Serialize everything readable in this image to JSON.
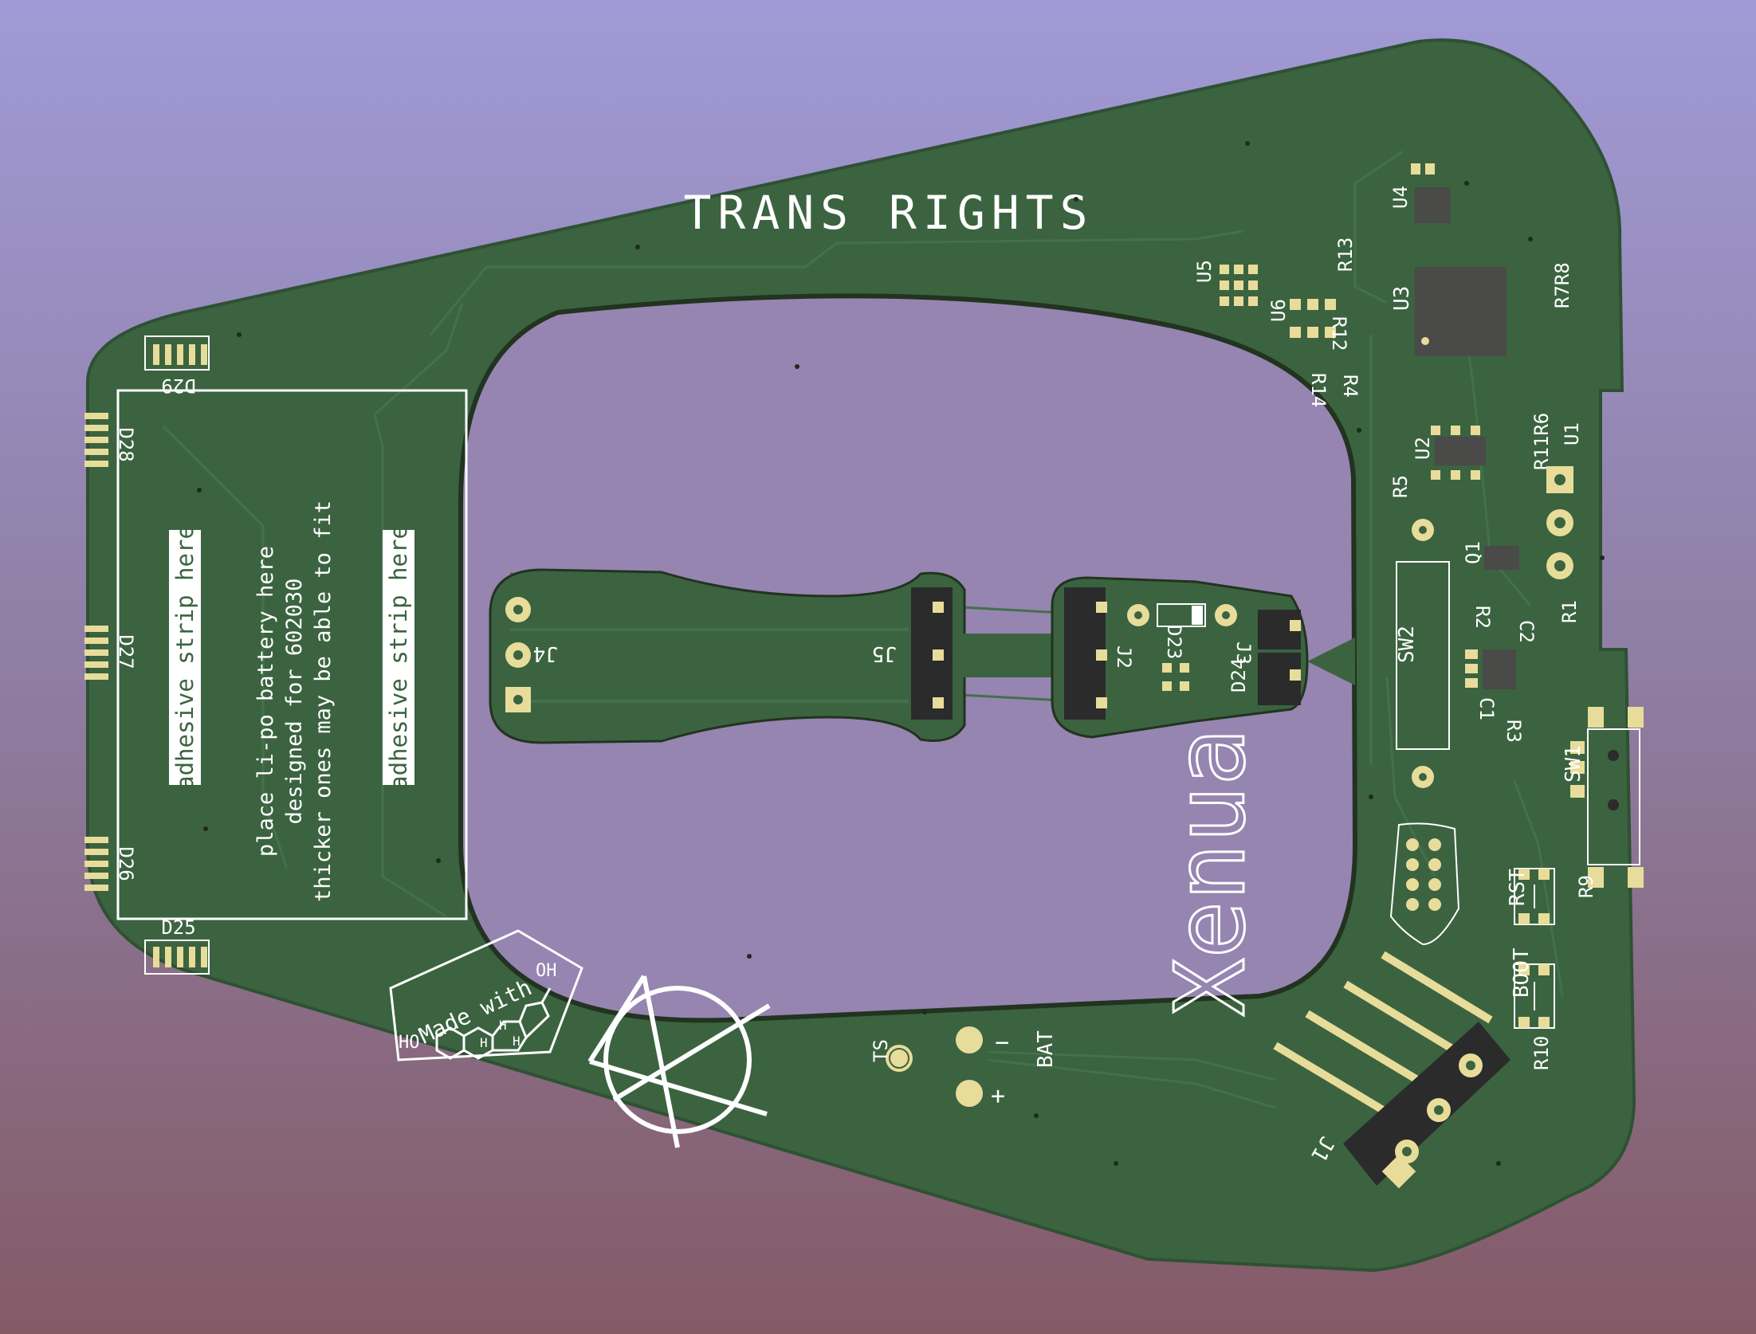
{
  "board": {
    "colors": {
      "board": "#3b6340",
      "board_dark": "#2e5133",
      "copper_trace": "#44704a",
      "cutout": "#9585b0",
      "pad": "#e8dc9a",
      "silk": "#ffffff",
      "ic": "#4a4a48",
      "header": "#2b2b2b"
    },
    "title": "TRANS RIGHTS",
    "battery_note": {
      "line1": "place li-po battery here",
      "line2": "designed for 602030",
      "line3": "thicker ones may be able to fit"
    },
    "adhesive_left": "adhesive strip here",
    "adhesive_right": "adhesive strip here",
    "logo_text": "Made with",
    "logo_ho": "HO",
    "logo_oh": "OH",
    "logo_h1": "H",
    "logo_h2": "H",
    "logo_h3": "H",
    "brand": "Xenua",
    "refs": {
      "d29": "D29",
      "d28": "D28",
      "d27": "D27",
      "d26": "D26",
      "d25": "D25",
      "j4": "J4",
      "j5": "J5",
      "j2": "J2",
      "j3": "J3",
      "d23": "D23",
      "d24": "D24",
      "sw2": "SW2",
      "sw1": "SW1",
      "u5": "U5",
      "u6": "U6",
      "r13": "R13",
      "r12": "R12",
      "r14": "R14",
      "r4": "R4",
      "u3": "U3",
      "u4": "U4",
      "r7r8": "R7R8",
      "u2": "U2",
      "r11r6": "R11R6",
      "r5": "R5",
      "u1": "U1",
      "q1": "Q1",
      "r2": "R2",
      "c1": "C1",
      "r3": "R3",
      "r1": "R1",
      "c2": "C2",
      "rst": "RST",
      "r9": "R9",
      "boot": "BOOT",
      "r10": "R10",
      "j1": "J1",
      "ts": "TS",
      "bat": "BAT",
      "minus": "−",
      "plus": "+"
    }
  }
}
